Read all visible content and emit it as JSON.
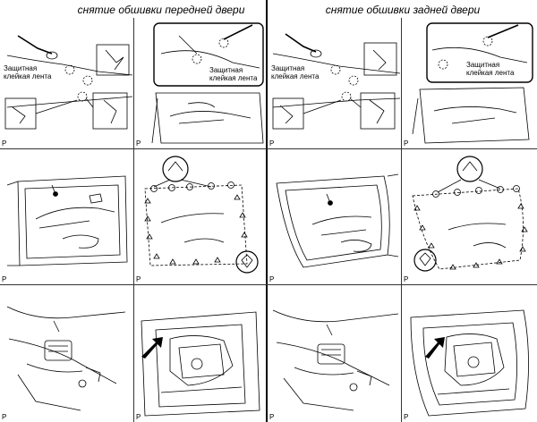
{
  "titles": {
    "front": "снятие обшивки передней двери",
    "rear": "снятие обшивки задней двери"
  },
  "labels": {
    "tape_line1": "Защитная",
    "tape_line2": "клейкая лента",
    "panel_marker": "P"
  },
  "icons": {
    "arrow": "black-arrow-icon",
    "clip": "clip-marker-icon",
    "screw": "screw-icon"
  }
}
